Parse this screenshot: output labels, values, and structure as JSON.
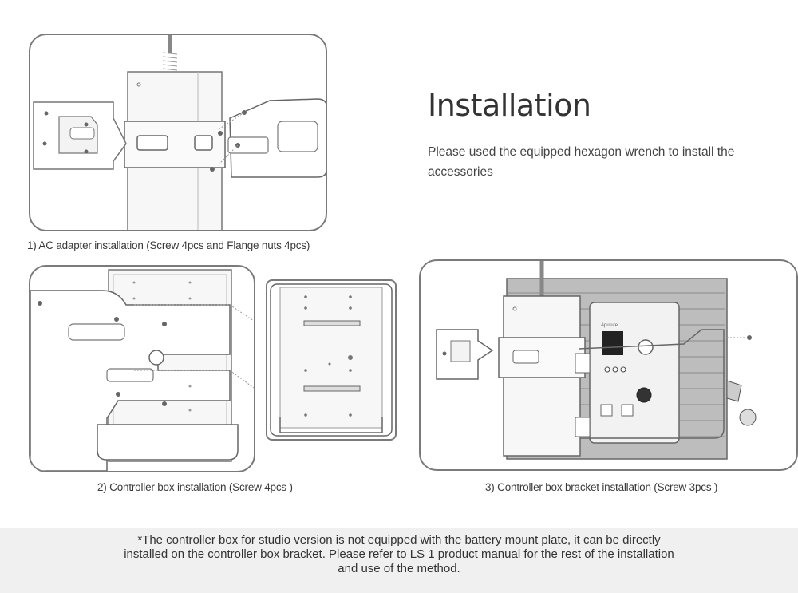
{
  "installation": {
    "title": "Installation",
    "description": "Please used the equipped hexagon wrench to install the accessories"
  },
  "steps": [
    {
      "caption": "1) AC adapter installation (Screw 4pcs and Flange nuts 4pcs)"
    },
    {
      "caption": "2) Controller box installation (Screw 4pcs )"
    },
    {
      "caption": "3) Controller box bracket installation  (Screw 3pcs )"
    }
  ],
  "device_labels": {
    "brand": "Aputure"
  },
  "footnote": "*The controller box for studio version is not equipped with the battery mount plate, it can be directly installed on the controller box bracket. Please refer to LS 1 product manual for the rest of the installation and use of the method."
}
